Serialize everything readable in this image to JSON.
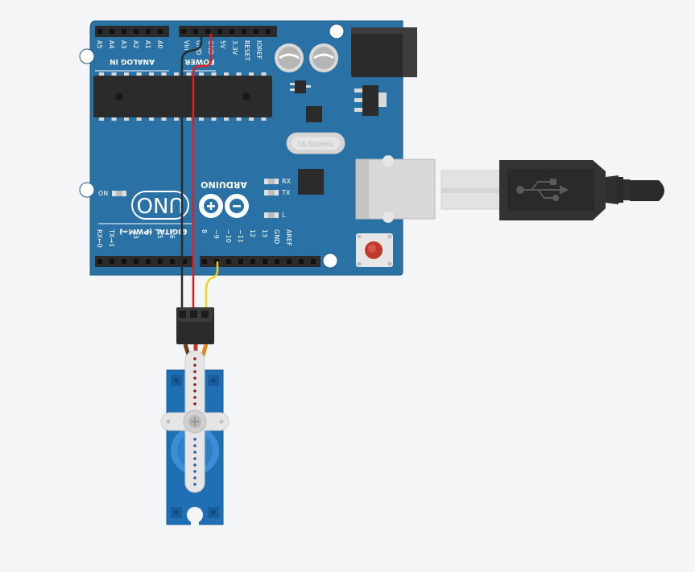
{
  "board": {
    "brand": "ARDUINO",
    "model": "UNO",
    "analog_header_label": "ANALOG IN",
    "power_header_label": "POWER",
    "digital_header_label": "DIGITAL (PWM~)",
    "crystal_label": "16.000MHz",
    "led_on": "ON",
    "led_rx": "RX",
    "led_tx": "TX",
    "led_l": "L",
    "analog_pins": [
      "A5",
      "A4",
      "A3",
      "A2",
      "A1",
      "A0"
    ],
    "power_pins": [
      "Vin",
      "GND",
      "GND",
      "5V",
      "3.3V",
      "RESET",
      "IOREF"
    ],
    "digital_pins_low": [
      "RX←0",
      "TX→1",
      "2",
      "~3",
      "4",
      "~5",
      "~6",
      "7"
    ],
    "digital_pins_high": [
      "8",
      "~9",
      "~10",
      "~11",
      "12",
      "13",
      "GND",
      "AREF"
    ]
  },
  "colors": {
    "board": "#2a72a5",
    "board_dark": "#1f5a85",
    "header": "#2b2b2b",
    "wire_gnd": "#2b2b2b",
    "wire_vcc": "#e02020",
    "wire_signal": "#f0d020",
    "servo": "#1f6fb4",
    "usb_metal": "#e2e2e2",
    "usb_plug": "#333333",
    "reset_button": "#c0392b"
  },
  "icons": {
    "logo": "infinity-logo-icon",
    "usb": "usb-trident-icon"
  }
}
